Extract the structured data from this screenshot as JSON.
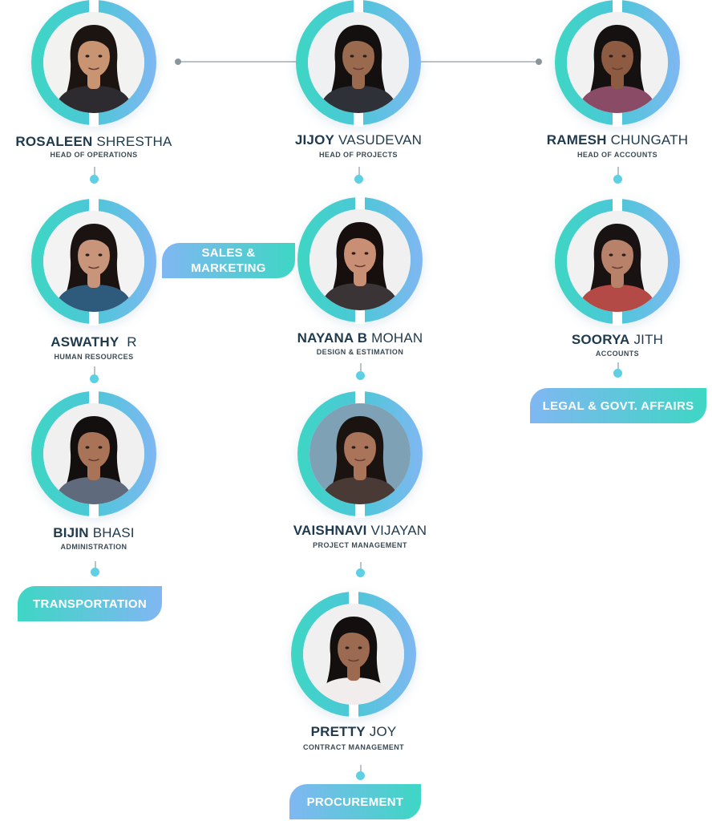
{
  "people": [
    {
      "id": "rosaleen",
      "first": "ROSALEEN",
      "last": "SHRESTHA",
      "role": "HEAD OF OPERATIONS",
      "skin": "#c89472",
      "hair": "#1c1411",
      "shirt": "#2d2a30",
      "bg": "#f2f2f0"
    },
    {
      "id": "jijoy",
      "first": "JIJOY",
      "last": "VASUDEVAN",
      "role": "HEAD OF PROJECTS",
      "skin": "#9a6a4e",
      "hair": "#141010",
      "shirt": "#2f3138",
      "bg": "#eef0f2"
    },
    {
      "id": "ramesh",
      "first": "RAMESH",
      "last": "CHUNGATH",
      "role": "HEAD OF ACCOUNTS",
      "skin": "#8c5b41",
      "hair": "#161111",
      "shirt": "#8a4b66",
      "bg": "#f1f1f1"
    },
    {
      "id": "aswathy",
      "first": "ASWATHY",
      "last": "R",
      "role": "HUMAN RESOURCES",
      "skin": "#c8957a",
      "hair": "#1a1311",
      "shirt": "#2e5a7c",
      "bg": "#f3f3f3"
    },
    {
      "id": "nayana",
      "first": "NAYANA B",
      "last": "MOHAN",
      "role": "DESIGN & ESTIMATION",
      "skin": "#c98f74",
      "hair": "#160f0d",
      "shirt": "#3a3436",
      "bg": "#f0f0f0"
    },
    {
      "id": "soorya",
      "first": "SOORYA",
      "last": "JITH",
      "role": "ACCOUNTS",
      "skin": "#b8826a",
      "hair": "#181212",
      "shirt": "#b34a46",
      "bg": "#f1f1f1"
    },
    {
      "id": "bijin",
      "first": "BIJIN",
      "last": "BHASI",
      "role": "ADMINISTRATION",
      "skin": "#a87356",
      "hair": "#130f0e",
      "shirt": "#5f6a7c",
      "bg": "#f0f0f0"
    },
    {
      "id": "vaishnavi",
      "first": "VAISHNAVI",
      "last": "VIJAYAN",
      "role": "PROJECT MANAGEMENT",
      "skin": "#a97459",
      "hair": "#1a1310",
      "shirt": "#4a3a36",
      "bg": "#7fa1b6"
    },
    {
      "id": "pretty",
      "first": "PRETTY",
      "last": "JOY",
      "role": "CONTRACT MANAGEMENT",
      "skin": "#9b6a51",
      "hair": "#130f0e",
      "shirt": "#f1eded",
      "bg": "#f0f0f0"
    }
  ],
  "departments": {
    "sales_marketing": "SALES &\nMARKETING",
    "legal": "LEGAL & GOVT. AFFAIRS",
    "transportation": "TRANSPORTATION",
    "procurement": "PROCUREMENT"
  },
  "colors": {
    "teal": "#3ed6c4",
    "blue": "#80b7f2",
    "connector": "#b9c3c9",
    "dot": "#5fd0e4",
    "name": "#1f3a4d"
  }
}
